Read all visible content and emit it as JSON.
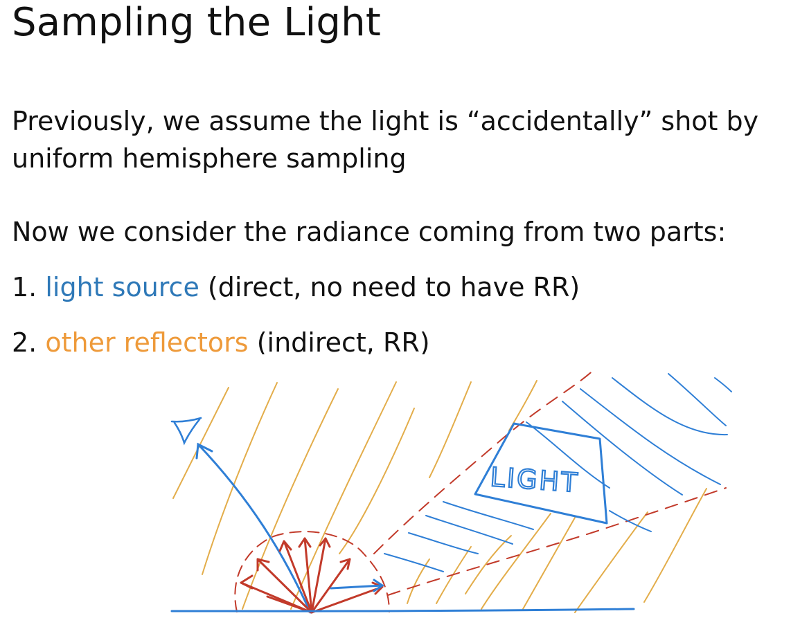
{
  "slide": {
    "title": "Sampling the Light",
    "paragraph1_line1": "Previously, we assume the light is “accidentally” shot by",
    "paragraph1_line2": "uniform hemisphere sampling",
    "paragraph2": "Now we consider the radiance coming from two parts:",
    "item1": {
      "number": "1. ",
      "highlight": "light source",
      "rest": " (direct, no need to have RR)"
    },
    "item2": {
      "number": "2. ",
      "highlight": "other reflectors",
      "rest": " (indirect, RR)"
    }
  },
  "diagram": {
    "light_label": "LIGHT",
    "colors": {
      "light_hatch": "#2f7fd6",
      "reflector_hatch": "#e3ad4a",
      "rays": "#c23a2a",
      "surface": "#2f7fd6",
      "item1_highlight": "#2f79b8",
      "item2_highlight": "#ee9a3a"
    }
  }
}
